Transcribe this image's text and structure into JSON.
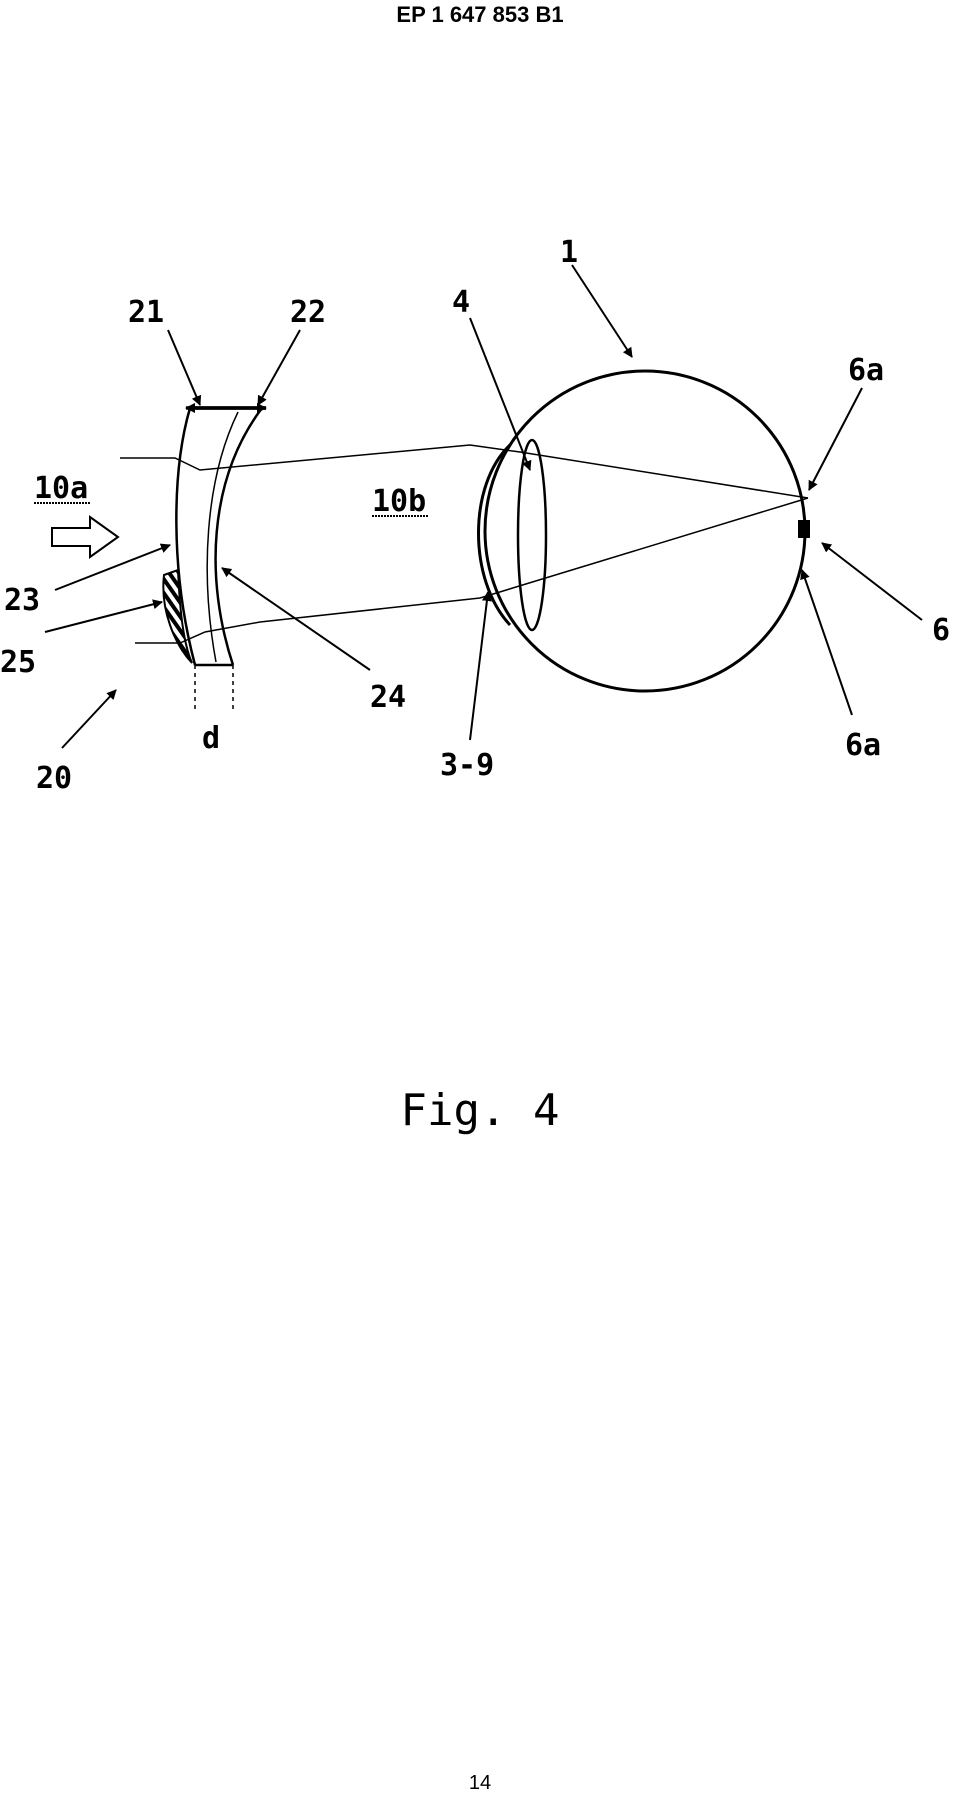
{
  "header": {
    "patent_number": "EP 1 647 853 B1"
  },
  "figure": {
    "caption": "Fig. 4",
    "labels": {
      "eye": "1",
      "lens_4": "4",
      "retina_6a_top": "6a",
      "retina_6a_bottom": "6a",
      "retina_6": "6",
      "cornea_3_9": "3-9",
      "light_10a": "10a",
      "light_10b": "10b",
      "lens_front_21": "21",
      "lens_back_22": "22",
      "surface_23": "23",
      "surface_24": "24",
      "coating_25": "25",
      "element_20": "20",
      "thickness_d": "d"
    }
  },
  "footer": {
    "page_number": "14"
  }
}
